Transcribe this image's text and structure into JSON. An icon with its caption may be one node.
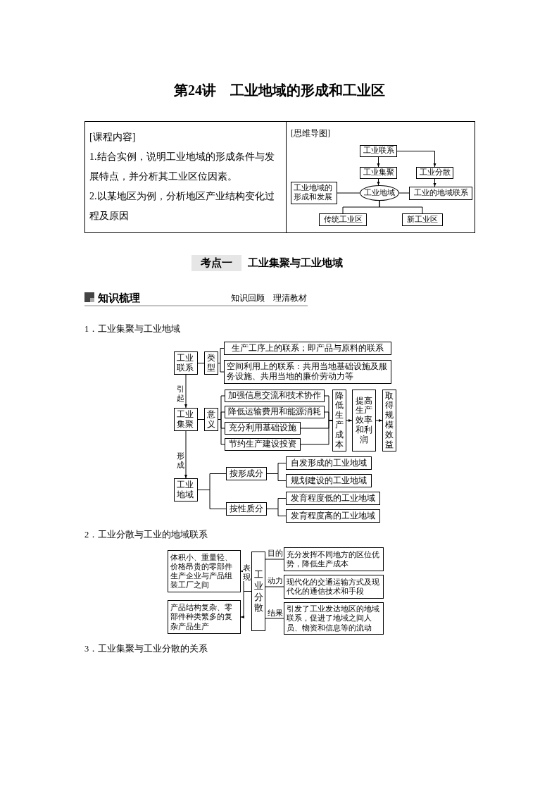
{
  "diagram": {
    "title": "第24讲　工业地域的形成和工业区",
    "nodes": [
      {
        "text": [
          "[课程内容]",
          "1.结合实例，说明工业地域的形成条件与发展特点，并分析其工业区位因素。",
          "2.以某地区为例，分析地区产业结构变化过程及原因"
        ]
      },
      {
        "text": [
          "[思维导图]"
        ]
      },
      {
        "text": [
          "工业联系"
        ],
        "in": 1
      },
      {
        "text": [
          "工业集聚"
        ],
        "in": 1
      },
      {
        "text": [
          "工业分散"
        ],
        "in": 1
      },
      {
        "text": [
          "工业地域的形成和发展"
        ],
        "in": 1
      },
      {
        "text": [
          "工业地域"
        ],
        "in": 1
      },
      {
        "text": [
          "工业的地域联系"
        ],
        "in": 1
      },
      {
        "text": [
          "传统工业区"
        ],
        "in": 1
      },
      {
        "text": [
          "新工业区"
        ],
        "in": 1
      },
      {
        "text": [
          "工业联系"
        ]
      },
      {
        "text": [
          "类型"
        ]
      },
      {
        "text": [
          "生产工序上的联系；即产品与原料的联系"
        ]
      },
      {
        "text": [
          "空间利用上的联系：共用当地基础设施及服务设施、共用当地的廉价劳动力等"
        ]
      },
      {
        "text": [
          "工业集聚"
        ]
      },
      {
        "text": [
          "意义"
        ]
      },
      {
        "text": [
          "加强信息交流和技术协作"
        ]
      },
      {
        "text": [
          "降低运输费用和能源消耗"
        ]
      },
      {
        "text": [
          "充分利用基础设施"
        ]
      },
      {
        "text": [
          "节约生产建设投资"
        ]
      },
      {
        "text": [
          "降低生产成本"
        ]
      },
      {
        "text": [
          "提高生产效率和利润"
        ]
      },
      {
        "text": [
          "取得规模效益"
        ]
      },
      {
        "text": [
          "工业地域"
        ]
      },
      {
        "text": [
          "按形成分"
        ]
      },
      {
        "text": [
          "按性质分"
        ]
      },
      {
        "text": [
          "自发形成的工业地域"
        ]
      },
      {
        "text": [
          "规划建设的工业地域"
        ]
      },
      {
        "text": [
          "发育程度低的工业地域"
        ]
      },
      {
        "text": [
          "发育程度高的工业地域"
        ]
      },
      {
        "text": [
          "体积小、重量轻、价格昂贵的零部件生产企业与产品组装工厂之间"
        ]
      },
      {
        "text": [
          "产品结构复杂、零部件种类繁多的复杂产品生产"
        ]
      },
      {
        "text": [
          "工业分散"
        ]
      },
      {
        "text": [
          "充分发挥不同地方的区位优势，降低生产成本"
        ]
      },
      {
        "text": [
          "现代化的交通运输方式及现代化的通信技术和手段"
        ]
      },
      {
        "text": [
          "引发了工业发达地区的地域联系，促进了地域之间人员、物资和信息等的流动"
        ]
      }
    ],
    "edges": [
      {
        "from": 2,
        "to": 3,
        "arrow": "to"
      },
      {
        "from": 2,
        "to": 4,
        "arrow": "to"
      },
      {
        "from": 3,
        "to": 6,
        "arrow": "to"
      },
      {
        "from": 4,
        "to": 7,
        "arrow": "to"
      },
      {
        "from": 5,
        "to": 6,
        "arrow": "none"
      },
      {
        "from": 6,
        "to": 7,
        "arrow": "none"
      },
      {
        "from": 6,
        "to": 8,
        "arrow": "none"
      },
      {
        "from": 6,
        "to": 9,
        "arrow": "none"
      },
      {
        "from": 10,
        "to": 11,
        "arrow": "none"
      },
      {
        "from": 11,
        "to": 12,
        "arrow": "none"
      },
      {
        "from": 11,
        "to": 13,
        "arrow": "none"
      },
      {
        "from": 10,
        "to": 14,
        "arrow": "to",
        "label": "引起"
      },
      {
        "from": 14,
        "to": 15,
        "arrow": "none"
      },
      {
        "from": 15,
        "to": 16,
        "arrow": "none"
      },
      {
        "from": 15,
        "to": 17,
        "arrow": "none"
      },
      {
        "from": 15,
        "to": 18,
        "arrow": "none"
      },
      {
        "from": 15,
        "to": 19,
        "arrow": "none"
      },
      {
        "from": 16,
        "to": 20,
        "arrow": "none"
      },
      {
        "from": 17,
        "to": 20,
        "arrow": "none"
      },
      {
        "from": 18,
        "to": 20,
        "arrow": "none"
      },
      {
        "from": 19,
        "to": 20,
        "arrow": "none"
      },
      {
        "from": 20,
        "to": 21,
        "arrow": "to"
      },
      {
        "from": 21,
        "to": 22,
        "arrow": "to"
      },
      {
        "from": 14,
        "to": 23,
        "arrow": "to",
        "label": "形成"
      },
      {
        "from": 23,
        "to": 24,
        "arrow": "none"
      },
      {
        "from": 23,
        "to": 25,
        "arrow": "none"
      },
      {
        "from": 24,
        "to": 26,
        "arrow": "none"
      },
      {
        "from": 24,
        "to": 27,
        "arrow": "none"
      },
      {
        "from": 25,
        "to": 28,
        "arrow": "none"
      },
      {
        "from": 25,
        "to": 29,
        "arrow": "none"
      },
      {
        "from": 32,
        "to": 30,
        "arrow": "to",
        "label": "表现"
      },
      {
        "from": 32,
        "to": 31,
        "arrow": "to"
      },
      {
        "from": 32,
        "to": 33,
        "arrow": "none",
        "label": "目的"
      },
      {
        "from": 32,
        "to": 34,
        "arrow": "none",
        "label": "动力"
      },
      {
        "from": 32,
        "to": 35,
        "arrow": "none",
        "label": "结果"
      }
    ],
    "labels": [
      "考点一",
      "工业集聚与工业地域",
      "知识梳理",
      "知识回顾　理清教材",
      "1．工业集聚与工业地域",
      "2．工业分散与工业的地域联系",
      "3．工业集聚与工业分散的关系"
    ]
  }
}
